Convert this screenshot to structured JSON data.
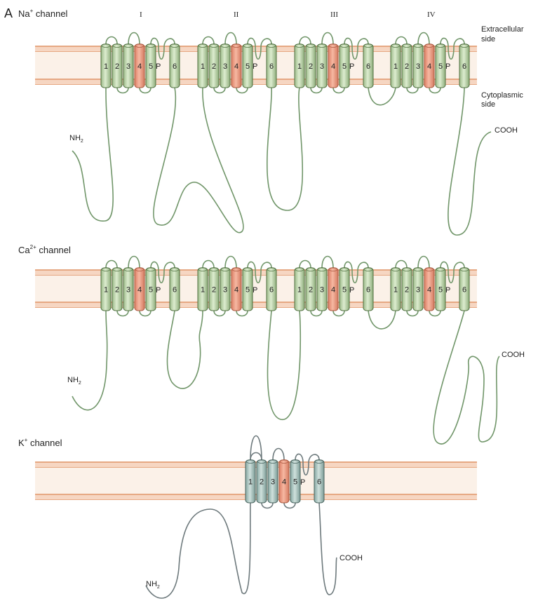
{
  "figure_letter": "A",
  "side_labels": {
    "extracellular": [
      "Extracellular",
      "side"
    ],
    "cytoplasmic": [
      "Cytoplasmic",
      "side"
    ]
  },
  "domain_labels": [
    "I",
    "II",
    "III",
    "IV"
  ],
  "panels": [
    {
      "id": "na",
      "title": "Na",
      "title_sup": "+",
      "title_rest": " channel",
      "domains": 4,
      "n_terminus": {
        "base": "NH",
        "sub": "2"
      },
      "c_terminus": "COOH",
      "segments": [
        "1",
        "2",
        "3",
        "4",
        "5",
        "P",
        "6"
      ]
    },
    {
      "id": "ca",
      "title": "Ca",
      "title_sup": "2+",
      "title_rest": " channel",
      "domains": 4,
      "n_terminus": {
        "base": "NH",
        "sub": "2"
      },
      "c_terminus": "COOH",
      "segments": [
        "1",
        "2",
        "3",
        "4",
        "5",
        "P",
        "6"
      ]
    },
    {
      "id": "k",
      "title": "K",
      "title_sup": "+",
      "title_rest": " channel",
      "domains": 1,
      "n_terminus": {
        "base": "NH",
        "sub": "2"
      },
      "c_terminus": "COOH",
      "segments": [
        "1",
        "2",
        "3",
        "4",
        "5",
        "P",
        "6"
      ]
    }
  ],
  "colors": {
    "membrane_fill": "#fbf1e8",
    "membrane_line": "#e6a883",
    "helix_green": "#c9dcb9",
    "helix_green_stroke": "#4f6f3f",
    "helix_blue": "#b3cbc6",
    "helix_blue_stroke": "#47625d",
    "voltage_sensor": "#ec9c84",
    "loop_green": "#71966a",
    "loop_gray": "#6e7a7d"
  }
}
